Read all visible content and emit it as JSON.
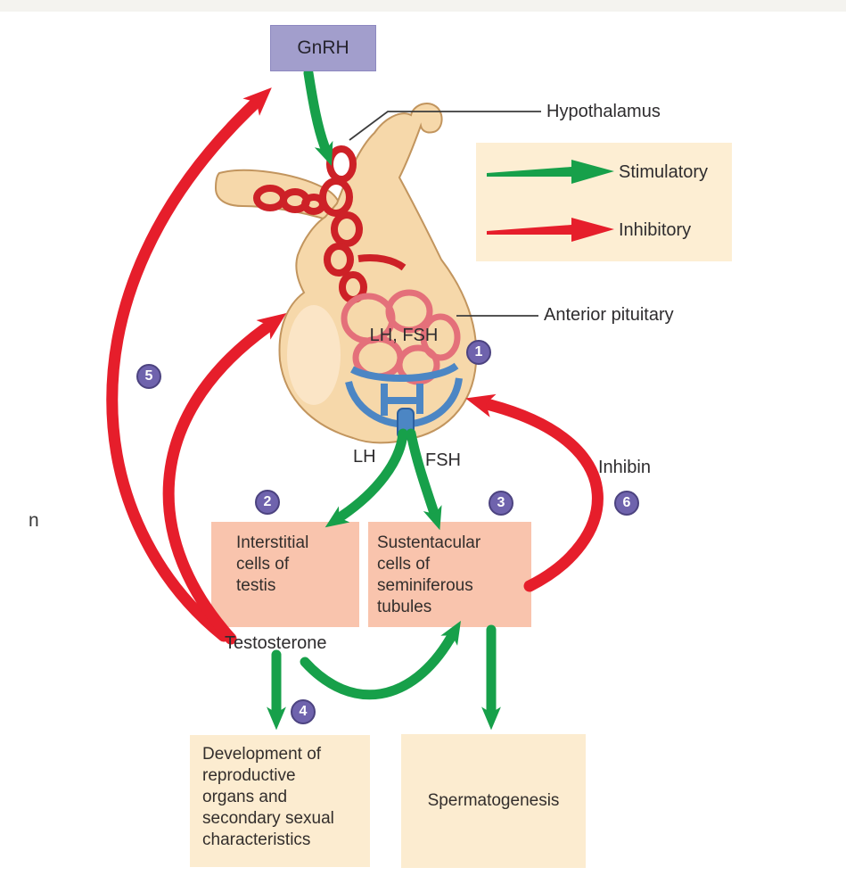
{
  "figure": {
    "title_hidden": "",
    "type": "hormonal feedback diagram"
  },
  "colors": {
    "stimulatory_green": "#17a04a",
    "inhibitory_red": "#e61e2b",
    "badge_purple": "#6f63ad",
    "gnrh_box_bg": "#a29ecc",
    "legend_bg": "#fdeed3",
    "cell_box_bg": "#f9c4ad",
    "outcome_box_bg": "#fcecd0",
    "capillary_red": "#cd2127",
    "capillary_blue": "#4c86c4",
    "tissue_tan": "#f6d8aa"
  },
  "nodes": {
    "gnrh": {
      "label": "GnRH"
    },
    "interstitial": {
      "label": "Interstitial\ncells of\ntestis"
    },
    "sustentacular": {
      "label": "Sustentacular\ncells of\nseminiferous\ntubules"
    },
    "development": {
      "label": "Development of\nreproductive\norgans and\nsecondary sexual\ncharacteristics"
    },
    "spermatogenesis": {
      "label": "Spermatogenesis"
    }
  },
  "labels": {
    "hypothalamus": "Hypothalamus",
    "anterior_pituitary": "Anterior pituitary",
    "lh_fsh": "LH, FSH",
    "lh": "LH",
    "fsh": "FSH",
    "testosterone": "Testosterone",
    "inhibin": "Inhibin",
    "edge_artifact": "n"
  },
  "legend": {
    "items": [
      {
        "type": "stimulatory",
        "label": "Stimulatory",
        "color": "#17a04a"
      },
      {
        "type": "inhibitory",
        "label": "Inhibitory",
        "color": "#e61e2b"
      }
    ]
  },
  "badges": [
    "1",
    "2",
    "3",
    "4",
    "5",
    "6"
  ]
}
